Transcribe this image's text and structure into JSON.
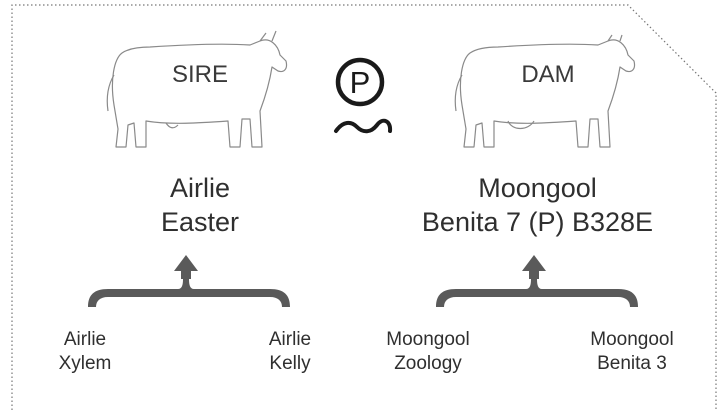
{
  "sire": {
    "label": "SIRE",
    "name_line1": "Airlie",
    "name_line2": "Easter",
    "grandsire": {
      "line1": "Airlie",
      "line2": "Xylem"
    },
    "granddam": {
      "line1": "Airlie",
      "line2": "Kelly"
    }
  },
  "dam": {
    "label": "DAM",
    "name_line1": "Moongool",
    "name_line2": "Benita 7 (P) B328E",
    "grandsire": {
      "line1": "Moongool",
      "line2": "Zoology"
    },
    "granddam": {
      "line1": "Moongool",
      "line2": "Benita 3"
    }
  },
  "polled_symbol": {
    "letter": "P",
    "icon": "polled-logo-icon"
  },
  "colors": {
    "brace": "#5a5a5a",
    "outline": "#8a8a8a",
    "text": "#2f2f2f"
  }
}
